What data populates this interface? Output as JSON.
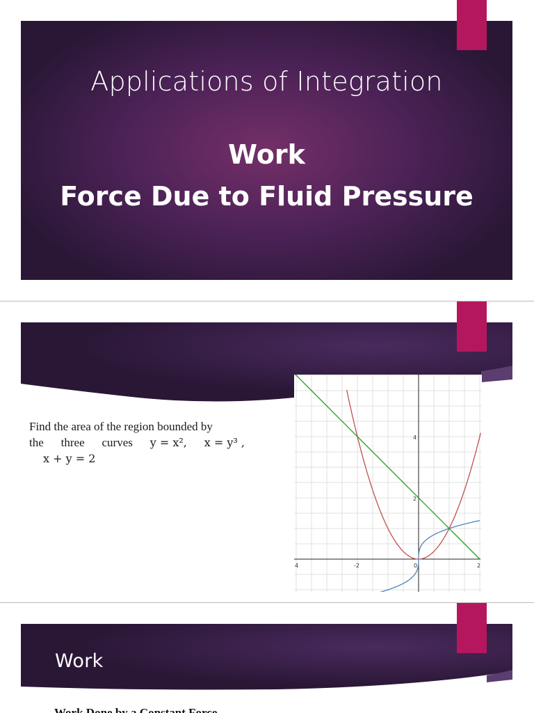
{
  "slide1": {
    "title": "Applications of Integration",
    "subtitle_line1": "Work",
    "subtitle_line2": "Force Due to Fluid Pressure"
  },
  "slide2": {
    "text_line1": "Find the area of the region bounded by",
    "text_line2_words": [
      "the",
      "three",
      "curves"
    ],
    "eq1": "y = x²,",
    "eq2": "x = y³ ,",
    "eq3": "x + y = 2",
    "graph": {
      "x_ticks": [
        "4",
        "-2",
        "0",
        "2"
      ],
      "y_ticks": [
        "4",
        "2"
      ],
      "curves": [
        {
          "equation": "y = x^2",
          "color": "#c0504d"
        },
        {
          "equation": "x = y^3",
          "color": "#4f81bd"
        },
        {
          "equation": "x + y = 2",
          "color": "#19a019"
        }
      ]
    }
  },
  "slide3": {
    "title": "Work",
    "partial_text": "Work Done by a Constant Force"
  },
  "colors": {
    "panel_dark": "#2a1736",
    "panel_mid": "#742f68",
    "accent_tab": "#b5175f"
  }
}
